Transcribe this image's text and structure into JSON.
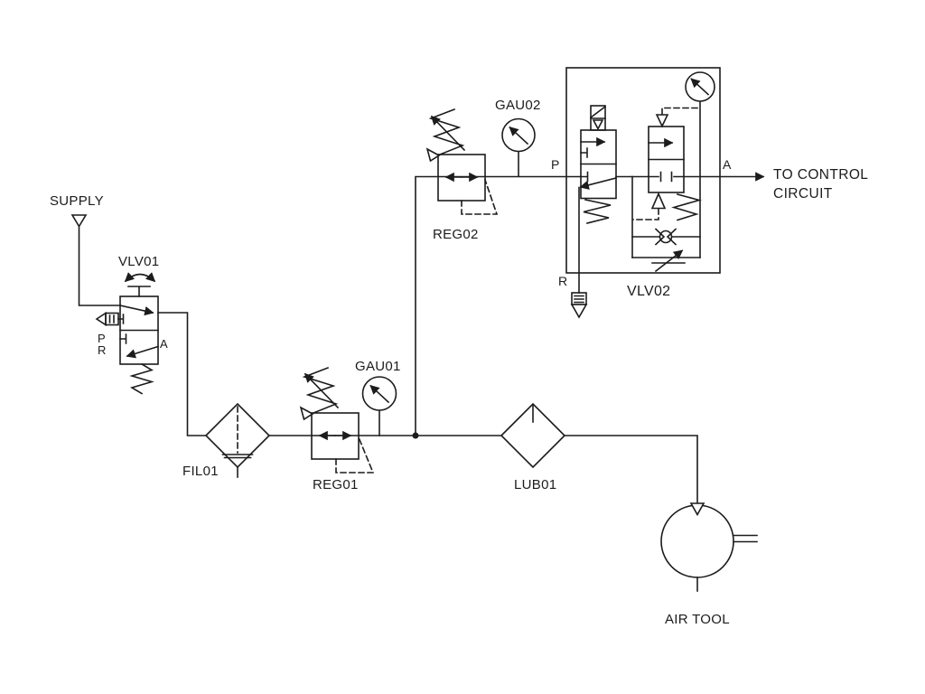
{
  "diagram": {
    "background": "#ffffff",
    "line_color": "#1c1c1c",
    "components": {
      "supply": {
        "label": "SUPPLY"
      },
      "vlv01": {
        "label": "VLV01",
        "ports": {
          "p": "P",
          "r": "R",
          "a": "A"
        }
      },
      "fil01": {
        "label": "FIL01"
      },
      "reg01": {
        "label": "REG01"
      },
      "gau01": {
        "label": "GAU01"
      },
      "reg02": {
        "label": "REG02"
      },
      "gau02": {
        "label": "GAU02"
      },
      "vlv02": {
        "label": "VLV02",
        "ports": {
          "p": "P",
          "r": "R",
          "a": "A"
        }
      },
      "lub01": {
        "label": "LUB01"
      },
      "air_tool": {
        "label": "AIR TOOL"
      }
    },
    "annotations": {
      "to_control_line1": "TO CONTROL",
      "to_control_line2": "CIRCUIT"
    }
  }
}
